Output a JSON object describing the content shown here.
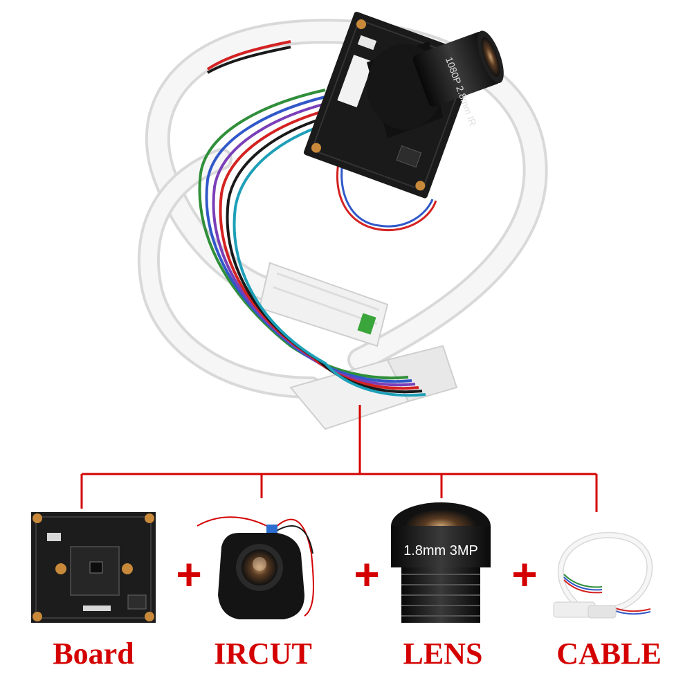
{
  "colors": {
    "accent_red": "#d40000",
    "pcb_black": "#1a1a1a",
    "cable_white": "#f3f3f3"
  },
  "main_product": {
    "lens_marking": "1080P 2.8mm IR"
  },
  "components": [
    {
      "label": "Board",
      "icon": "pcb-board-icon"
    },
    {
      "label": "IRCUT",
      "icon": "ircut-filter-icon"
    },
    {
      "label": "LENS",
      "icon": "camera-lens-icon",
      "marking": "1.8mm 3MP"
    },
    {
      "label": "CABLE",
      "icon": "cable-icon"
    }
  ],
  "separator_symbol": "+"
}
